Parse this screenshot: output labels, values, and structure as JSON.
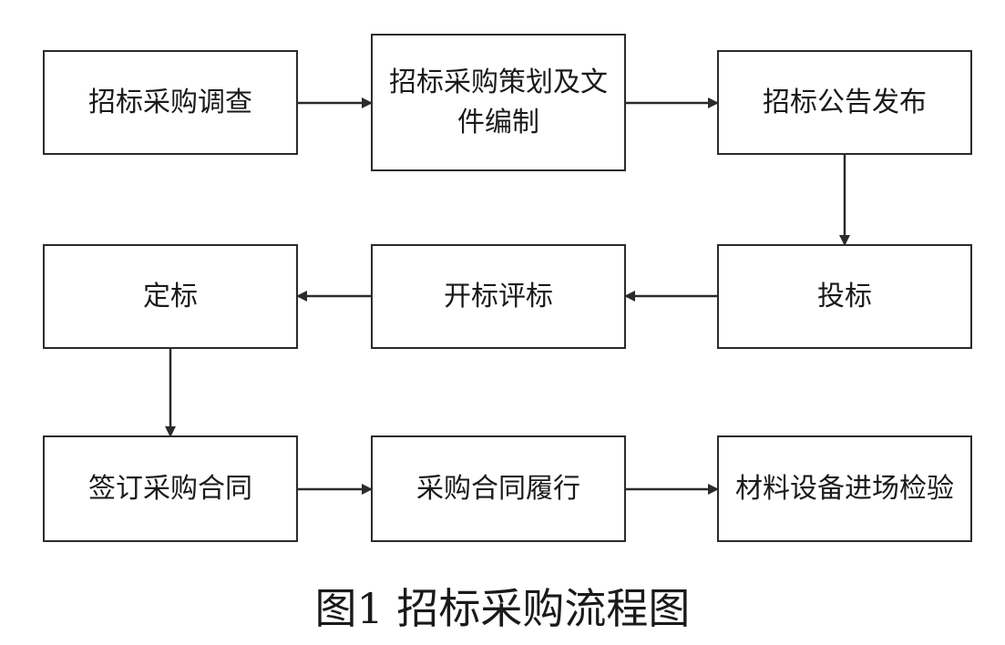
{
  "nodes": {
    "investigation": "招标采购调查",
    "planning": "招标采购策划及文件编制",
    "announcement": "招标公告发布",
    "bidding": "投标",
    "evaluation": "开标评标",
    "award": "定标",
    "contract_signing": "签订采购合同",
    "contract_performance": "采购合同履行",
    "inspection": "材料设备进场检验"
  },
  "caption": "图1  招标采购流程图",
  "colors": {
    "line": "#2b2b2b",
    "text": "#1a1a1a",
    "background": "#ffffff"
  }
}
